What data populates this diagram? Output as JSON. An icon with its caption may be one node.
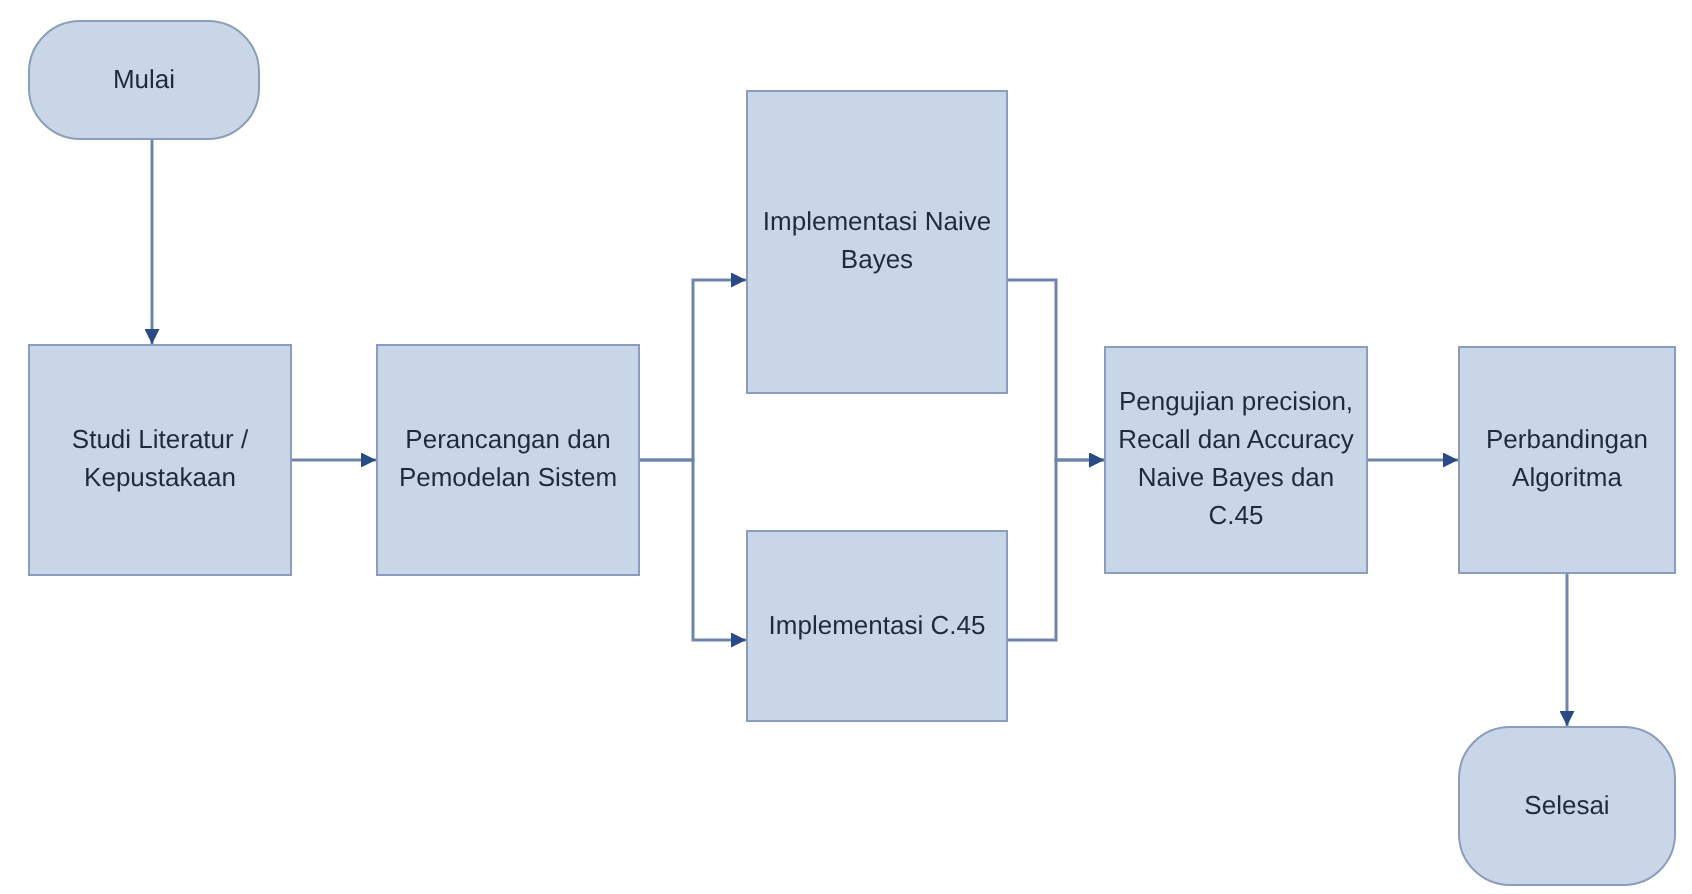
{
  "diagram": {
    "nodes": [
      {
        "text": [
          "Mulai"
        ]
      },
      {
        "text": [
          "Studi Literatur / Kepustakaan"
        ]
      },
      {
        "text": [
          "Perancangan dan Pemodelan Sistem"
        ]
      },
      {
        "text": [
          "Implementasi Naive Bayes"
        ]
      },
      {
        "text": [
          "Implementasi C.45"
        ]
      },
      {
        "text": [
          "Pengujian precision, Recall dan Accuracy Naive Bayes dan C.45"
        ]
      },
      {
        "text": [
          "Perbandingan Algoritma"
        ]
      },
      {
        "text": [
          "Selesai"
        ]
      }
    ],
    "edges": [
      {
        "from": 0,
        "to": 1,
        "arrow": "to"
      },
      {
        "from": 1,
        "to": 2,
        "arrow": "to"
      },
      {
        "from": 2,
        "to": 3,
        "arrow": "to"
      },
      {
        "from": 2,
        "to": 4,
        "arrow": "to"
      },
      {
        "from": 3,
        "to": 5,
        "arrow": "to"
      },
      {
        "from": 4,
        "to": 5,
        "arrow": "to"
      },
      {
        "from": 5,
        "to": 6,
        "arrow": "to"
      },
      {
        "from": 6,
        "to": 7,
        "arrow": "to"
      }
    ]
  }
}
